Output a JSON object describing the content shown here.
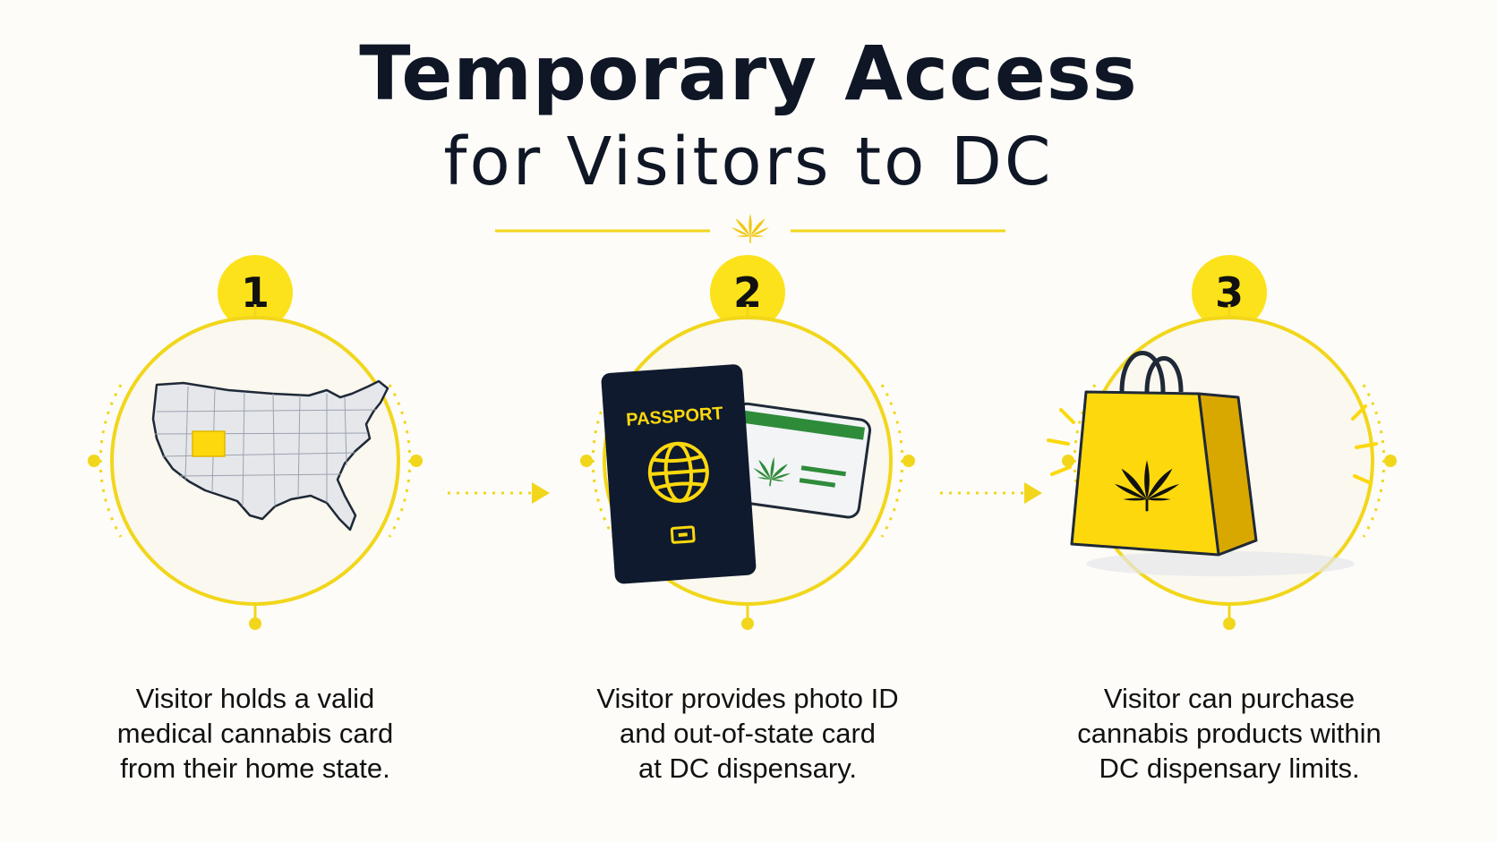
{
  "header": {
    "title": "Temporary Access",
    "subtitle": "for Visitors to DC"
  },
  "colors": {
    "accent": "#fce21a",
    "ring": "#f2d61b",
    "navy": "#0f1a2e",
    "green": "#2e8b3a",
    "background": "#fdfcf8"
  },
  "steps": [
    {
      "number": "1",
      "icon": "us-map-icon",
      "lines": [
        "Visitor holds a valid",
        "medical cannabis card",
        "from their home state."
      ]
    },
    {
      "number": "2",
      "icon": "passport-and-card-icon",
      "passport_label": "PASSPORT",
      "lines": [
        "Visitor provides photo ID",
        "and out-of-state card",
        "at DC dispensary."
      ]
    },
    {
      "number": "3",
      "icon": "shopping-bag-icon",
      "lines": [
        "Visitor can purchase",
        "cannabis products within",
        "DC dispensary limits."
      ]
    }
  ]
}
